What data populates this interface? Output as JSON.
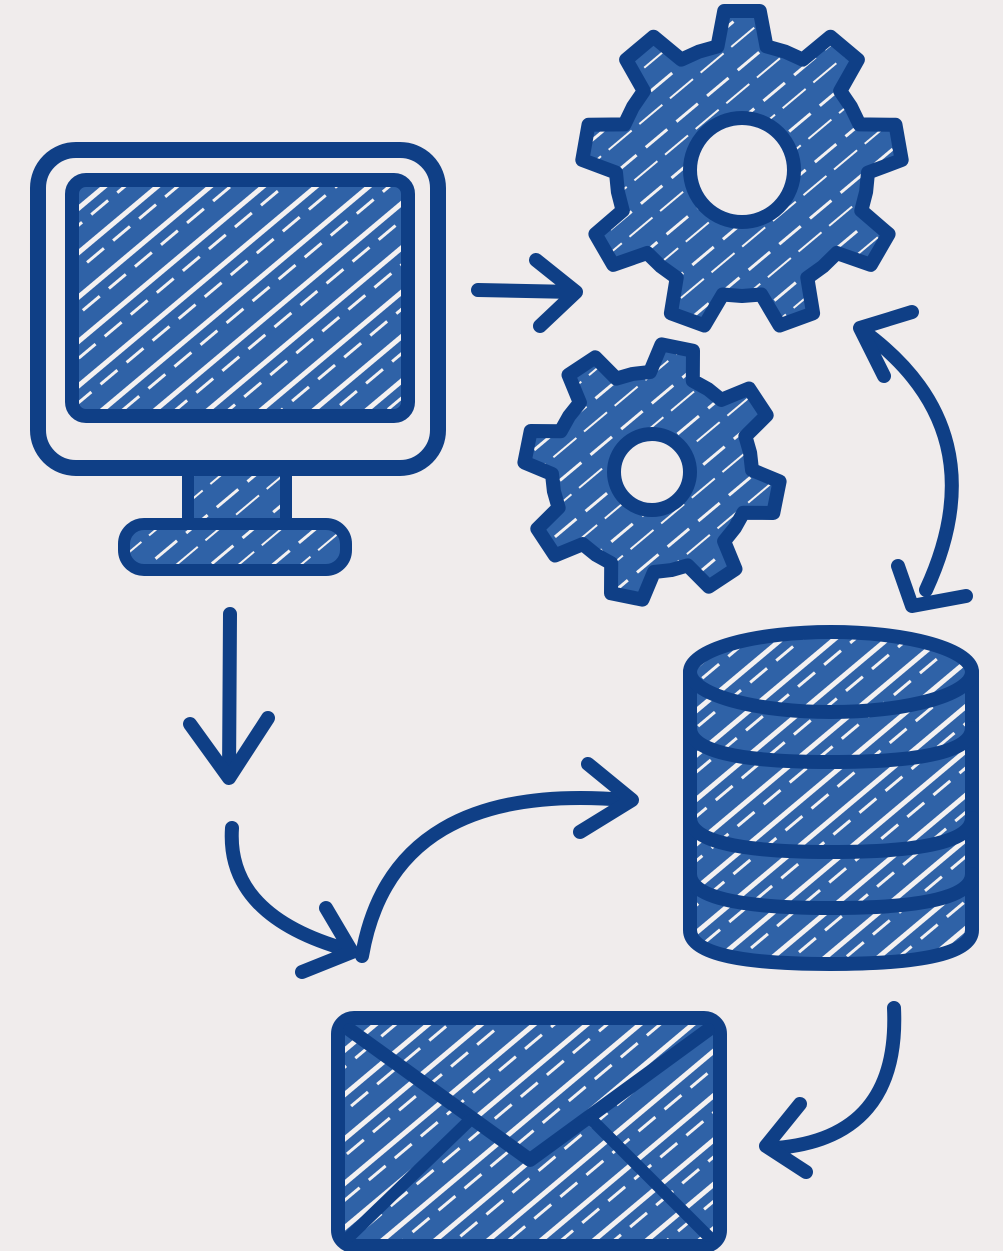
{
  "diagram": {
    "nodes": [
      {
        "id": "computer",
        "icon": "monitor-icon"
      },
      {
        "id": "processing",
        "icon": "gears-icon"
      },
      {
        "id": "database",
        "icon": "database-icon"
      },
      {
        "id": "email",
        "icon": "envelope-icon"
      }
    ],
    "edges": [
      {
        "from": "computer",
        "to": "processing",
        "direction": "one-way"
      },
      {
        "from": "processing",
        "to": "database",
        "direction": "two-way"
      },
      {
        "from": "computer",
        "to": "email",
        "direction": "one-way"
      },
      {
        "from": "email",
        "to": "database",
        "direction": "two-way"
      },
      {
        "from": "database",
        "to": "email",
        "direction": "one-way"
      }
    ]
  },
  "colors": {
    "background": "#f0ecec",
    "ink": "#0f3f86",
    "fill": "#2f62a7"
  }
}
